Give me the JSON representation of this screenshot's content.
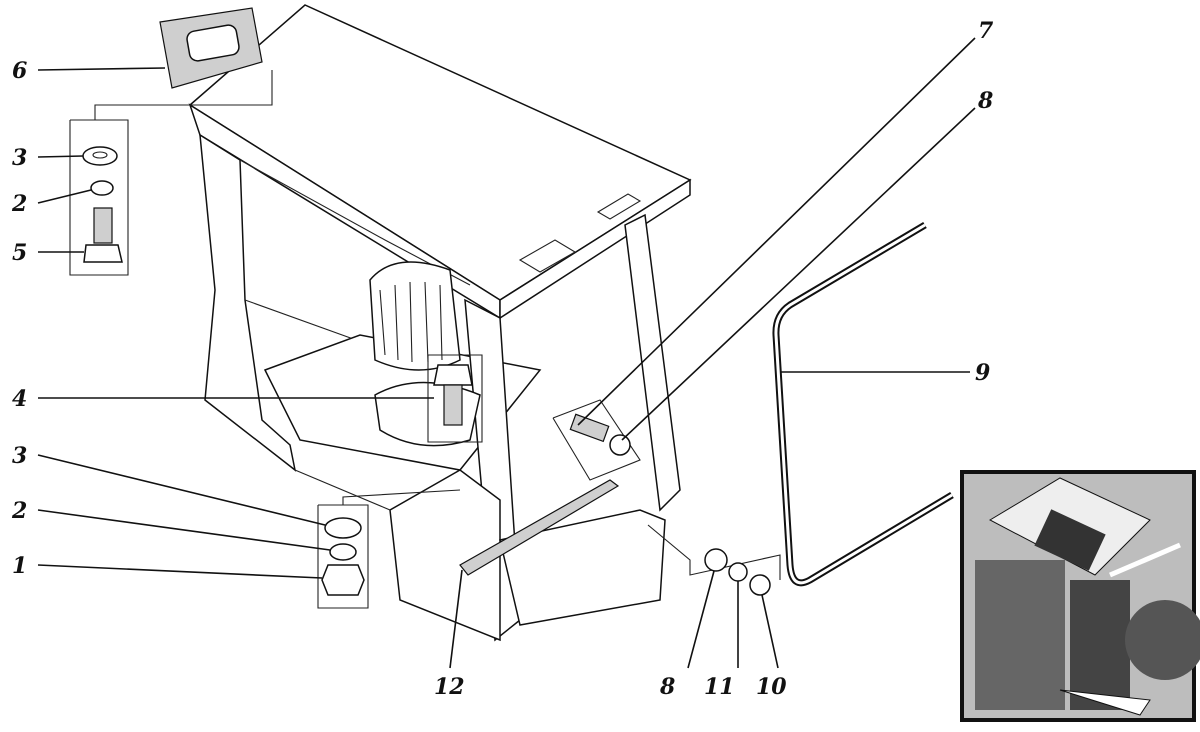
{
  "callouts": [
    {
      "id": "roof-light",
      "text": "6"
    },
    {
      "id": "washer-upper",
      "text": "3"
    },
    {
      "id": "lock-washer-upper",
      "text": "2"
    },
    {
      "id": "bolt-upper",
      "text": "5"
    },
    {
      "id": "bolt-seat",
      "text": "4"
    },
    {
      "id": "washer-lower",
      "text": "3"
    },
    {
      "id": "lock-washer-lower",
      "text": "2"
    },
    {
      "id": "nut-lower",
      "text": "1"
    },
    {
      "id": "sill-strip",
      "text": "12"
    },
    {
      "id": "washer-front",
      "text": "8"
    },
    {
      "id": "lock-washer-front",
      "text": "11"
    },
    {
      "id": "nut-front",
      "text": "10"
    },
    {
      "id": "glass-seal",
      "text": "9"
    },
    {
      "id": "bolt-front",
      "text": "7"
    },
    {
      "id": "washer-front-top",
      "text": "8"
    }
  ]
}
